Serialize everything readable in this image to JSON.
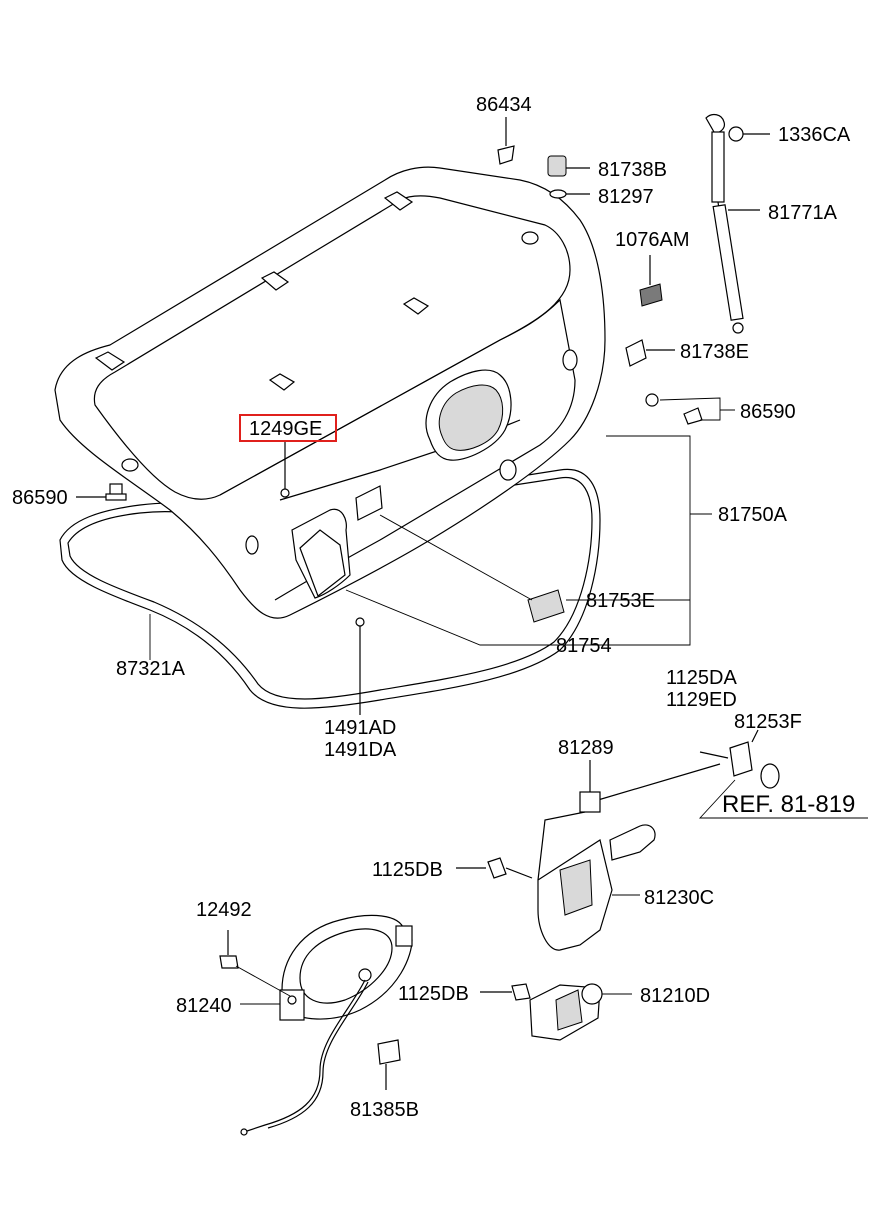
{
  "highlight_color": "#e0201c",
  "labels": {
    "p86434": "86434",
    "p81738B": "81738B",
    "p81297": "81297",
    "p1336CA": "1336CA",
    "p81771A": "81771A",
    "p1076AM": "1076AM",
    "p81738E": "81738E",
    "p86590_right": "86590",
    "p1249GE": "1249GE",
    "p86590_left": "86590",
    "p81750A": "81750A",
    "p81753E": "81753E",
    "p81754": "81754",
    "p87321A": "87321A",
    "p1491AD": "1491AD",
    "p1491DA": "1491DA",
    "p1125DA": "1125DA",
    "p1129ED": "1129ED",
    "p81253F": "81253F",
    "p81289": "81289",
    "ref_81_819": "REF. 81-819",
    "p1125DB_upper": "1125DB",
    "p81230C": "81230C",
    "p12492": "12492",
    "p81240": "81240",
    "p1125DB_lower": "1125DB",
    "p81210D": "81210D",
    "p81385B": "81385B"
  }
}
